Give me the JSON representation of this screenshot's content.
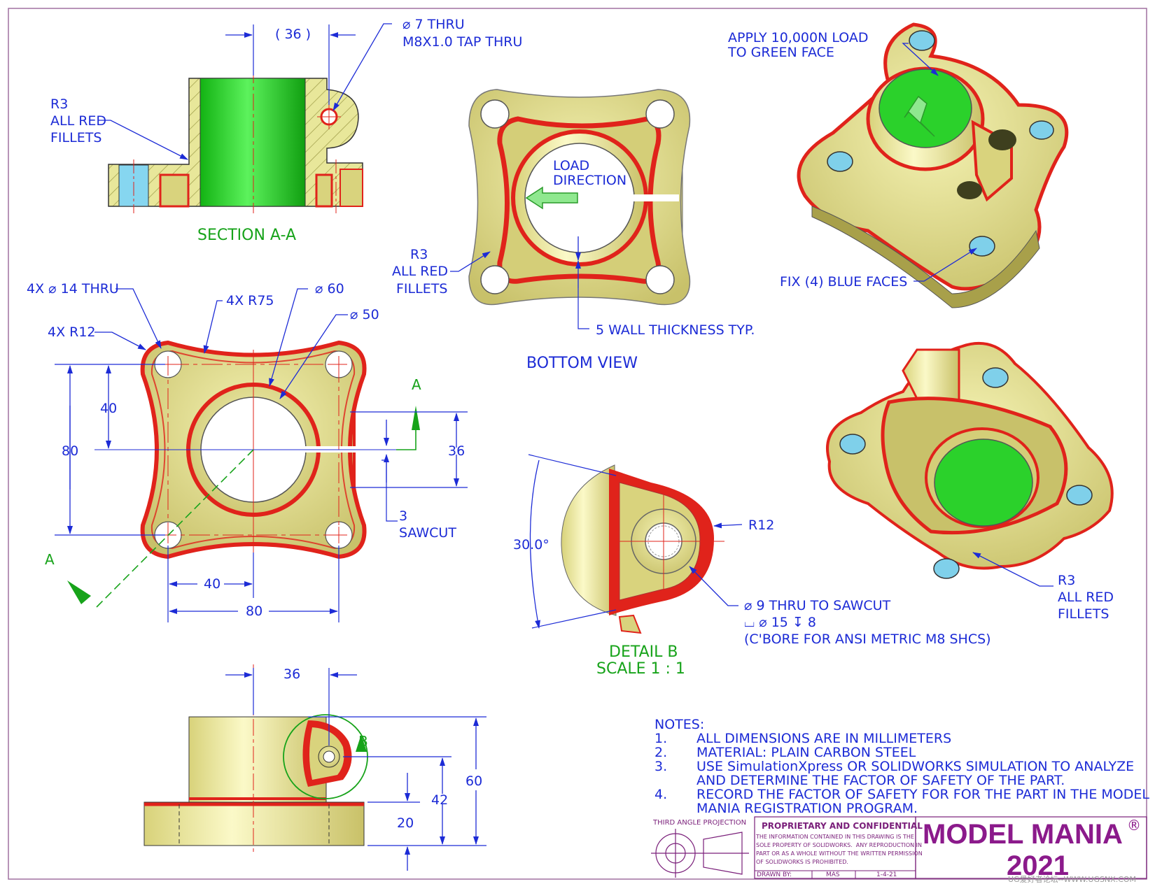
{
  "colors": {
    "part_body": "#e8e79a",
    "fillet_red": "#e0231b",
    "load_green": "#2ad62a",
    "fixed_blue": "#7fd0ea",
    "dim_blue": "#1c2bd6",
    "title_green": "#17a31a",
    "brand_purple": "#8b1a8b"
  },
  "section_view": {
    "dim_36": "( 36 )",
    "hole_note_1": "⌀ 7 THRU",
    "hole_note_2": "M8X1.0 TAP THRU",
    "fillet_1": "R3",
    "fillet_2": "ALL RED",
    "fillet_3": "FILLETS",
    "title": "SECTION A-A"
  },
  "top_view": {
    "holes": "4X ⌀ 14 THRU",
    "r12": "4X R12",
    "r75": "4X R75",
    "d60": "⌀ 60",
    "d50": "⌀ 50",
    "dim_40v": "40",
    "dim_80v": "80",
    "dim_36": "36",
    "saw_1": "3",
    "saw_2": "SAWCUT",
    "dim_40h": "40",
    "dim_80h": "80",
    "cut_a1": "A",
    "cut_a2": "A"
  },
  "bottom_view": {
    "load_1": "LOAD",
    "load_2": "DIRECTION",
    "fillet_1": "R3",
    "fillet_2": "ALL RED",
    "fillet_3": "FILLETS",
    "wall": "5 WALL THICKNESS TYP.",
    "title": "BOTTOM VIEW"
  },
  "iso_top": {
    "load_1": "APPLY 10,000N LOAD",
    "load_2": "TO GREEN FACE",
    "fix": "FIX (4) BLUE FACES"
  },
  "iso_bottom": {
    "fillet_1": "R3",
    "fillet_2": "ALL RED",
    "fillet_3": "FILLETS"
  },
  "detail_b": {
    "angle": "30.0°",
    "r12": "R12",
    "hole_1": "⌀ 9 THRU TO SAWCUT",
    "hole_2": "⌴ ⌀ 15 ↧ 8",
    "hole_3": "(C'BORE FOR ANSI METRIC M8 SHCS)",
    "title_1": "DETAIL B",
    "title_2": "SCALE 1 : 1"
  },
  "front_view": {
    "dim_36": "36",
    "dim_60": "60",
    "dim_42": "42",
    "dim_20": "20",
    "detail_label": "B"
  },
  "notes": {
    "header": "NOTES:",
    "items": [
      {
        "num": "1.",
        "text": "ALL DIMENSIONS ARE IN MILLIMETERS"
      },
      {
        "num": "2.",
        "text": "MATERIAL: PLAIN CARBON STEEL"
      },
      {
        "num": "3.",
        "text": "USE SimulationXpress OR SOLIDWORKS SIMULATION TO ANALYZE"
      },
      {
        "num": "",
        "text": "AND DETERMINE THE FACTOR OF SAFETY OF THE PART."
      },
      {
        "num": "4.",
        "text": "RECORD THE FACTOR OF SAFETY FOR FOR THE PART IN THE MODEL"
      },
      {
        "num": "",
        "text": "MANIA REGISTRATION PROGRAM."
      }
    ]
  },
  "title_block": {
    "projection": "THIRD ANGLE PROJECTION",
    "prop_title": "PROPRIETARY AND CONFIDENTIAL",
    "prop_lines": [
      "THE INFORMATION CONTAINED IN THIS DRAWING IS THE",
      "SOLE PROPERTY OF SOLIDWORKS.  ANY REPRODUCTION IN",
      "PART OR AS A WHOLE WITHOUT THE WRITTEN PERMISSION",
      "OF SOLIDWORKS IS PROHIBITED."
    ],
    "drawn_by_label": "DRAWN BY:",
    "drawn_by": "MAS",
    "date": "1-4-21",
    "brand": "MODEL MANIA",
    "reg": "®",
    "year": "2021"
  },
  "watermark": "UG爱好者论坛--WWW.UGSNX.COM"
}
